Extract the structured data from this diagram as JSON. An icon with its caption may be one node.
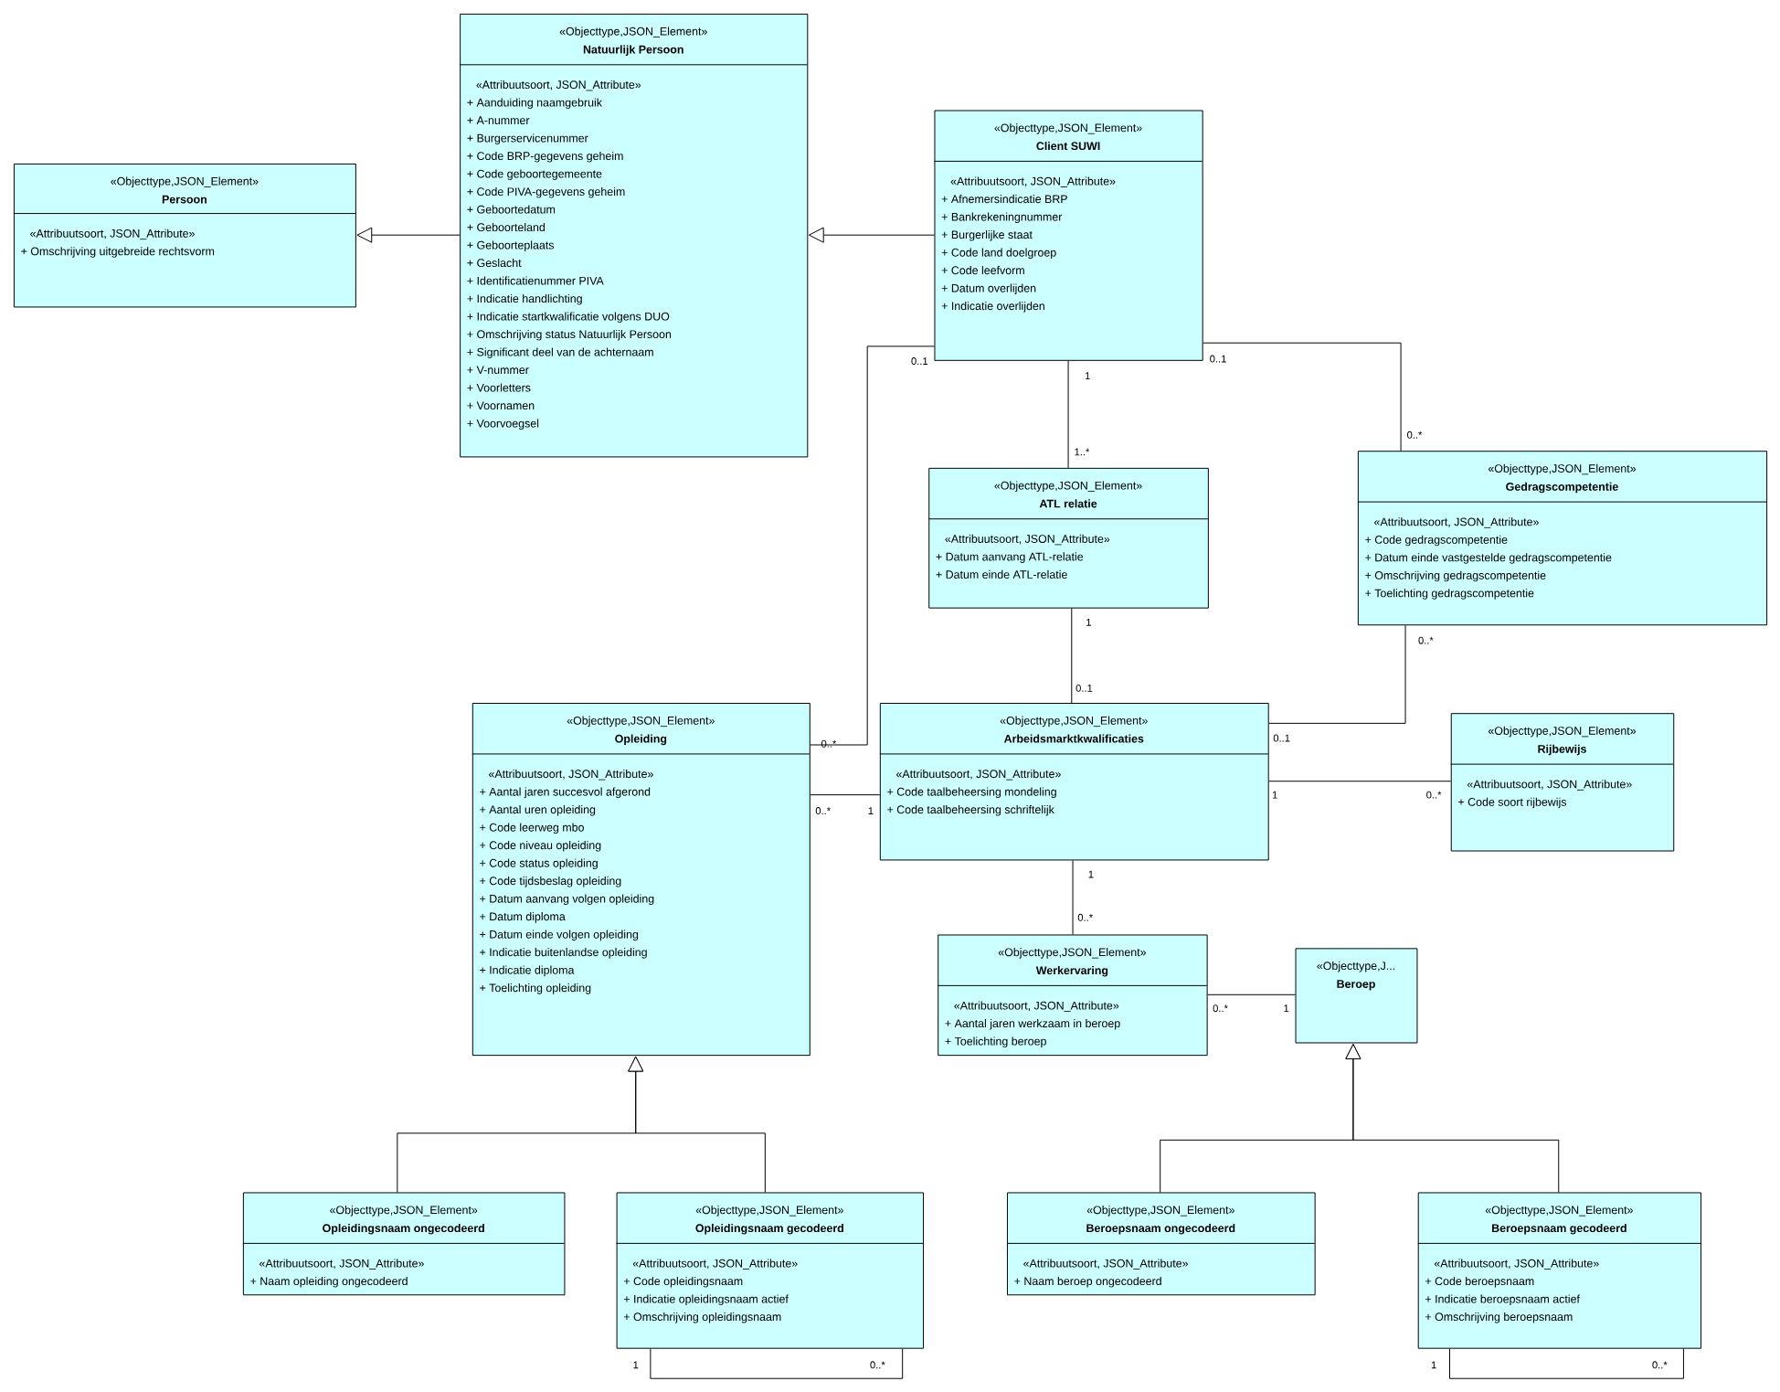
{
  "diagram": {
    "nodes": [
      {
        "text": [
          "«Objecttype,JSON_Element»",
          "Persoon",
          "«Attribuutsoort, JSON_Attribute»",
          "+ Omschrijving uitgebreide rechtsvorm"
        ]
      },
      {
        "text": [
          "«Objecttype,JSON_Element»",
          "Natuurlijk Persoon",
          "«Attribuutsoort, JSON_Attribute»",
          "+ Aanduiding naamgebruik",
          "+ A-nummer",
          "+ Burgerservicenummer",
          "+ Code BRP-gegevens geheim",
          "+ Code geboortegemeente",
          "+ Code PIVA-gegevens geheim",
          "+ Geboortedatum",
          "+ Geboorteland",
          "+ Geboorteplaats",
          "+ Geslacht",
          "+ Identificatienummer PIVA",
          "+ Indicatie handlichting",
          "+ Indicatie startkwalificatie volgens DUO",
          "+ Omschrijving status Natuurlijk Persoon",
          "+ Significant deel van de achternaam",
          "+ V-nummer",
          "+ Voorletters",
          "+ Voornamen",
          "+ Voorvoegsel"
        ]
      },
      {
        "text": [
          "«Objecttype,JSON_Element»",
          "Client SUWI",
          "«Attribuutsoort, JSON_Attribute»",
          "+ Afnemersindicatie BRP",
          "+ Bankrekeningnummer",
          "+ Burgerlijke staat",
          "+ Code land doelgroep",
          "+ Code leefvorm",
          "+ Datum overlijden",
          "+ Indicatie overlijden"
        ]
      },
      {
        "text": [
          "«Objecttype,JSON_Element»",
          "ATL relatie",
          "«Attribuutsoort, JSON_Attribute»",
          "+ Datum aanvang ATL-relatie",
          "+ Datum einde ATL-relatie"
        ]
      },
      {
        "text": [
          "«Objecttype,JSON_Element»",
          "Gedragscompetentie",
          "«Attribuutsoort, JSON_Attribute»",
          "+ Code gedragscompetentie",
          "+ Datum einde vastgestelde gedragscompetentie",
          "+ Omschrijving gedragscompetentie",
          "+ Toelichting gedragscompetentie"
        ]
      },
      {
        "text": [
          "«Objecttype,JSON_Element»",
          "Opleiding",
          "«Attribuutsoort, JSON_Attribute»",
          "+ Aantal jaren succesvol afgerond",
          "+ Aantal uren opleiding",
          "+ Code leerweg mbo",
          "+ Code niveau opleiding",
          "+ Code status opleiding",
          "+ Code tijdsbeslag opleiding",
          "+ Datum aanvang volgen opleiding",
          "+ Datum diploma",
          "+ Datum einde volgen opleiding",
          "+ Indicatie buitenlandse opleiding",
          "+ Indicatie diploma",
          "+ Toelichting opleiding"
        ]
      },
      {
        "text": [
          "«Objecttype,JSON_Element»",
          "Arbeidsmarktkwalificaties",
          "«Attribuutsoort, JSON_Attribute»",
          "+ Code taalbeheersing mondeling",
          "+ Code taalbeheersing schriftelijk"
        ]
      },
      {
        "text": [
          "«Objecttype,JSON_Element»",
          "Rijbewijs",
          "«Attribuutsoort, JSON_Attribute»",
          "+ Code soort rijbewijs"
        ]
      },
      {
        "text": [
          "«Objecttype,JSON_Element»",
          "Werkervaring",
          "«Attribuutsoort, JSON_Attribute»",
          "+ Aantal jaren werkzaam in beroep",
          "+ Toelichting beroep"
        ]
      },
      {
        "text": [
          "«Objecttype,J...",
          "Beroep"
        ]
      },
      {
        "text": [
          "«Objecttype,JSON_Element»",
          "Opleidingsnaam ongecodeerd",
          "«Attribuutsoort, JSON_Attribute»",
          "+ Naam opleiding ongecodeerd"
        ]
      },
      {
        "text": [
          "«Objecttype,JSON_Element»",
          "Opleidingsnaam gecodeerd",
          "«Attribuutsoort, JSON_Attribute»",
          "+ Code opleidingsnaam",
          "+ Indicatie opleidingsnaam actief",
          "+ Omschrijving opleidingsnaam"
        ]
      },
      {
        "text": [
          "«Objecttype,JSON_Element»",
          "Beroepsnaam ongecodeerd",
          "«Attribuutsoort, JSON_Attribute»",
          "+ Naam beroep ongecodeerd"
        ]
      },
      {
        "text": [
          "«Objecttype,JSON_Element»",
          "Beroepsnaam gecodeerd",
          "«Attribuutsoort, JSON_Attribute»",
          "+ Code beroepsnaam",
          "+ Indicatie beroepsnaam actief",
          "+ Omschrijving beroepsnaam"
        ]
      }
    ],
    "edges": [
      {
        "from": 1,
        "to": 0,
        "arrow": "to"
      },
      {
        "from": 2,
        "to": 1,
        "arrow": "to"
      },
      {
        "from": 2,
        "to": 5,
        "arrow": "none"
      },
      {
        "from": 2,
        "to": 3,
        "arrow": "none"
      },
      {
        "from": 2,
        "to": 4,
        "arrow": "none"
      },
      {
        "from": 3,
        "to": 6,
        "arrow": "none"
      },
      {
        "from": 4,
        "to": 6,
        "arrow": "none"
      },
      {
        "from": 5,
        "to": 6,
        "arrow": "none"
      },
      {
        "from": 6,
        "to": 7,
        "arrow": "none"
      },
      {
        "from": 6,
        "to": 8,
        "arrow": "none"
      },
      {
        "from": 8,
        "to": 9,
        "arrow": "none"
      },
      {
        "from": 10,
        "to": 5,
        "arrow": "to"
      },
      {
        "from": 11,
        "to": 5,
        "arrow": "to"
      },
      {
        "from": 12,
        "to": 9,
        "arrow": "to"
      },
      {
        "from": 13,
        "to": 9,
        "arrow": "to"
      },
      {
        "from": 11,
        "to": 11,
        "arrow": "none"
      },
      {
        "from": 13,
        "to": 13,
        "arrow": "none"
      }
    ],
    "labels": [
      "0..1",
      "1",
      "0..1",
      "0..*",
      "1..*",
      "1",
      "0..*",
      "0..1",
      "0..1",
      "0..*",
      "1",
      "0..*",
      "0..*",
      "1",
      "1",
      "0..*",
      "0..*",
      "1",
      "1",
      "0..*",
      "1",
      "0..*"
    ]
  }
}
